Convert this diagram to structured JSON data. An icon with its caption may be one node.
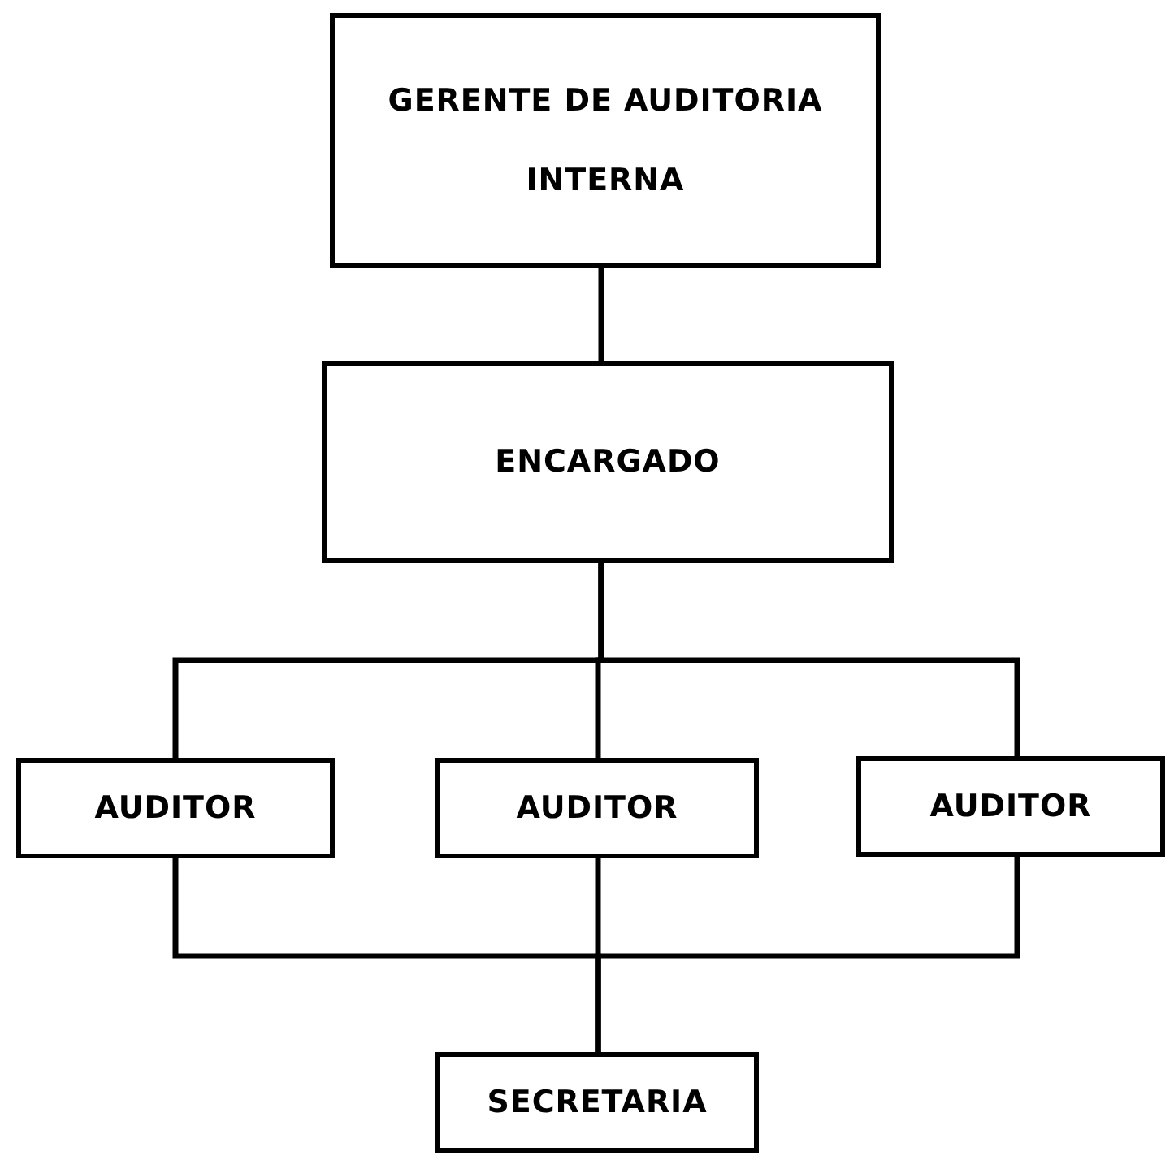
{
  "diagram": {
    "nodes": [
      {
        "text": [
          "GERENTE DE AUDITORIA",
          "INTERNA"
        ]
      },
      {
        "text": [
          "ENCARGADO"
        ]
      },
      {
        "text": [
          "AUDITOR"
        ]
      },
      {
        "text": [
          "AUDITOR"
        ]
      },
      {
        "text": [
          "AUDITOR"
        ]
      },
      {
        "text": [
          "SECRETARIA"
        ]
      }
    ],
    "edges": [
      {
        "from": 0,
        "to": 1,
        "arrow": "none"
      },
      {
        "from": 1,
        "to": 2,
        "arrow": "none"
      },
      {
        "from": 1,
        "to": 3,
        "arrow": "none"
      },
      {
        "from": 1,
        "to": 4,
        "arrow": "none"
      },
      {
        "from": 2,
        "to": 5,
        "arrow": "none"
      },
      {
        "from": 3,
        "to": 5,
        "arrow": "none"
      },
      {
        "from": 4,
        "to": 5,
        "arrow": "none"
      }
    ]
  }
}
